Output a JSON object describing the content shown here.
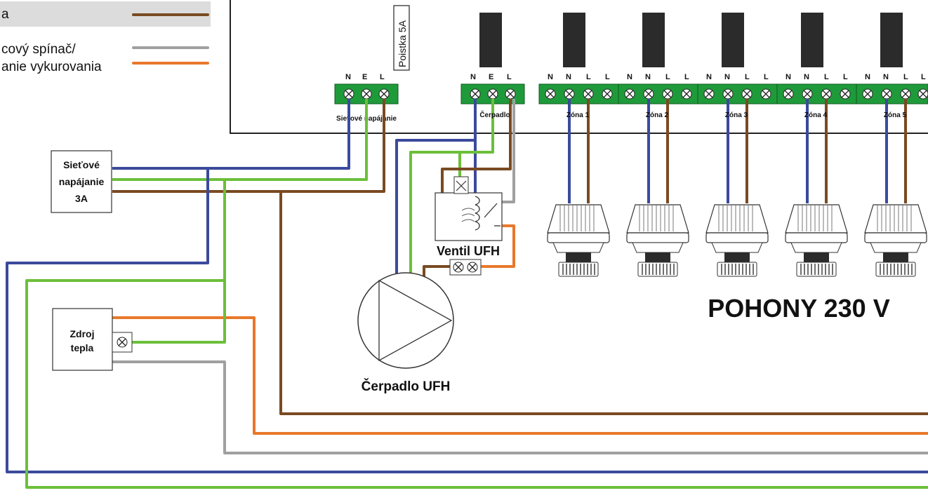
{
  "legend": {
    "row1_label": "a",
    "row2_label": "cový spínač/",
    "row3_label": "anie vykurovania",
    "colors": {
      "row1": "#7a4a22",
      "row2": "#a0a0a0",
      "row3": "#e8782a",
      "row1_band": "#dcdcdc"
    }
  },
  "fuse": {
    "label": "Poistka 5A"
  },
  "power_terminal": {
    "pins": [
      "N",
      "E",
      "L"
    ],
    "label": "Sieťové napájanie"
  },
  "pump_terminal": {
    "pins": [
      "N",
      "E",
      "L"
    ],
    "label": "Čerpadlo"
  },
  "zones": [
    {
      "label": "Zóna 1",
      "pins": [
        "N",
        "N",
        "L",
        "L"
      ]
    },
    {
      "label": "Zóna 2",
      "pins": [
        "N",
        "N",
        "L",
        "L"
      ]
    },
    {
      "label": "Zóna 3",
      "pins": [
        "N",
        "N",
        "L",
        "L"
      ]
    },
    {
      "label": "Zóna 4",
      "pins": [
        "N",
        "N",
        "L",
        "L"
      ]
    },
    {
      "label": "Zóna 5",
      "pins": [
        "N",
        "N",
        "L",
        "L"
      ]
    }
  ],
  "mains_supply": {
    "line1": "Sieťové",
    "line2": "napájanie",
    "line3": "3A"
  },
  "heat_source": {
    "line1": "Zdroj",
    "line2": "tepla"
  },
  "valve": {
    "label": "Ventil UFH"
  },
  "pump": {
    "label": "Čerpadlo UFH"
  },
  "actuators": {
    "label": "POHONY 230 V"
  },
  "wire_colors": {
    "blue": "#3b4a9c",
    "green": "#6cbf3a",
    "brown": "#7a4a22",
    "orange": "#e8782a",
    "gray": "#a0a0a0",
    "terminal": "#1f9a3a"
  }
}
